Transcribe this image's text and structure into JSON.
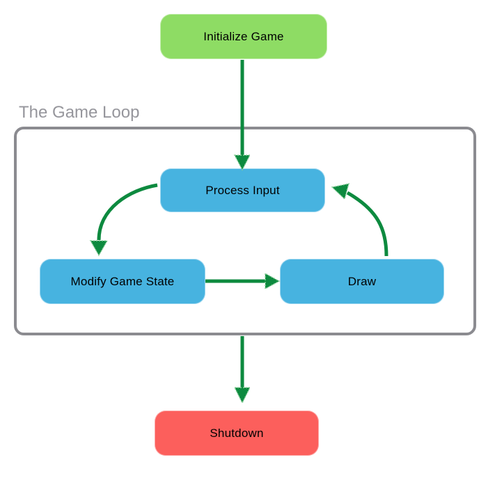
{
  "diagram": {
    "loop_label": "The Game Loop",
    "nodes": {
      "init": {
        "label": "Initialize Game",
        "color": "#8edc64"
      },
      "process": {
        "label": "Process Input",
        "color": "#47b3e0"
      },
      "modify": {
        "label": "Modify Game State",
        "color": "#47b3e0"
      },
      "draw": {
        "label": "Draw",
        "color": "#47b3e0"
      },
      "shutdown": {
        "label": "Shutdown",
        "color": "#fc5f5c"
      }
    },
    "edges": [
      {
        "from": "init",
        "to": "process",
        "style": "straight-down"
      },
      {
        "from": "process",
        "to": "modify",
        "style": "curve-down-left"
      },
      {
        "from": "modify",
        "to": "draw",
        "style": "straight-right"
      },
      {
        "from": "draw",
        "to": "process",
        "style": "curve-up-left"
      },
      {
        "from": "loop",
        "to": "shutdown",
        "style": "straight-down"
      }
    ],
    "colors": {
      "arrow": "#0d8a3f",
      "arrowhead_edge": "#86cf97",
      "loop_border": "#8b8b90",
      "loop_label_text": "#96969c",
      "node_text": "#000000"
    }
  }
}
